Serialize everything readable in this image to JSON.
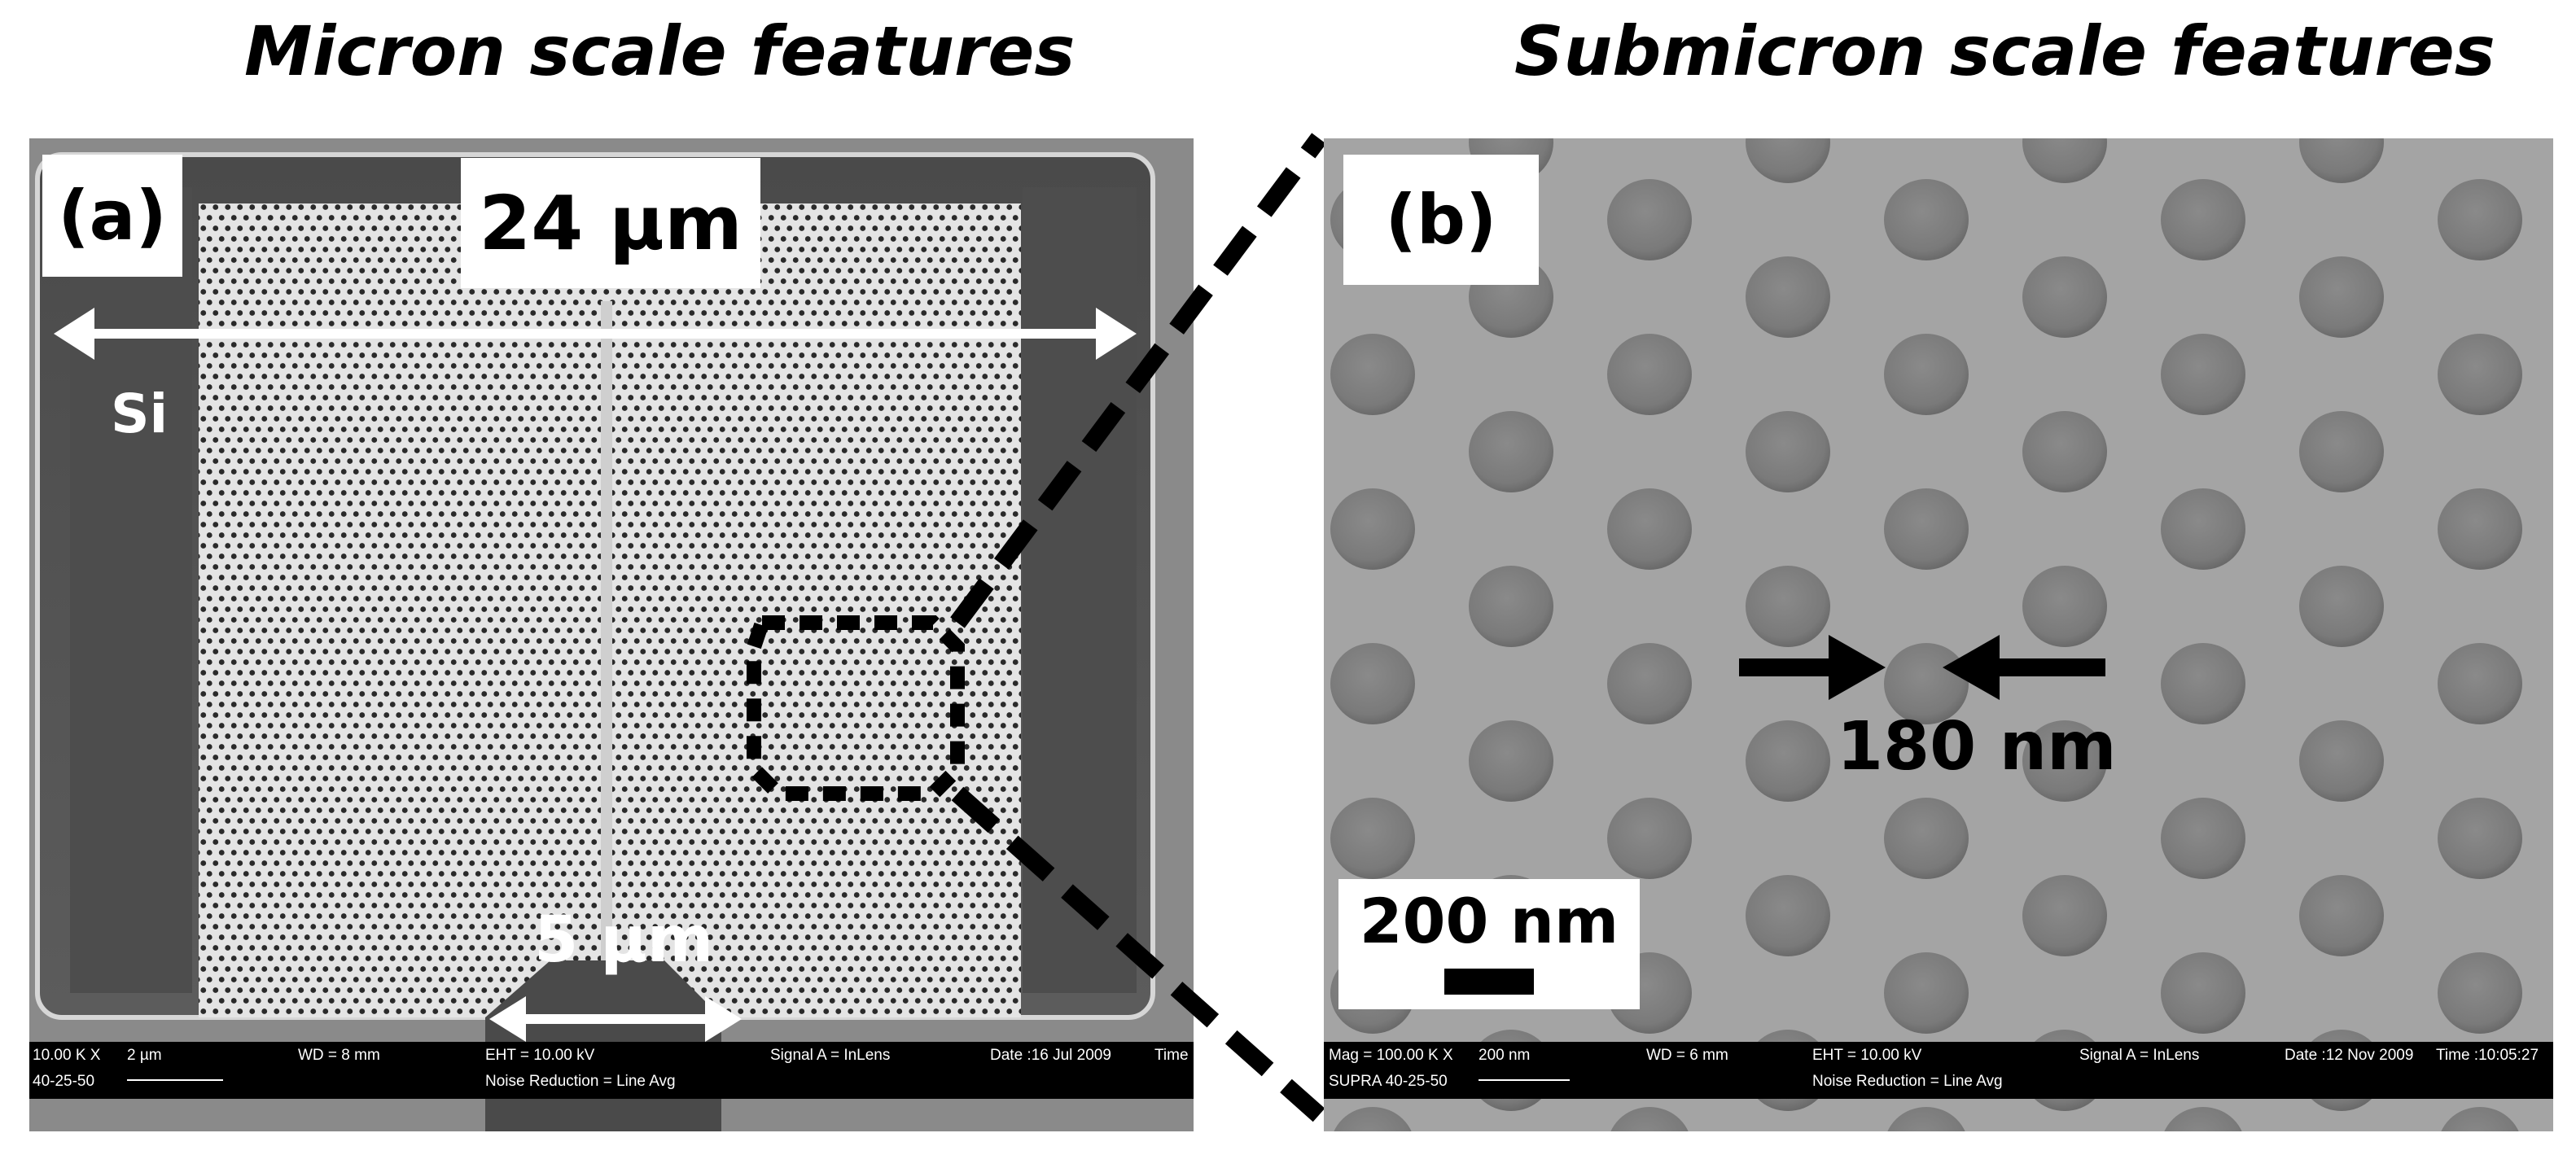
{
  "titles": {
    "left": "Micron scale features",
    "right": "Submicron scale features"
  },
  "panel_a": {
    "label": "(a)",
    "width_label": "24 µm",
    "material_label": "Si",
    "waveguide_label": "5 µm",
    "infobar": {
      "mag": "10.00 K X",
      "scale": "2 µm",
      "wd": "WD =    8 mm",
      "eht": "EHT = 10.00 kV",
      "signal": "Signal A = InLens",
      "date": "Date :16 Jul 2009",
      "time": "Time",
      "device": "40-25-50",
      "noise": "Noise Reduction = Line Avg"
    }
  },
  "panel_b": {
    "label": "(b)",
    "diameter_label": "180 nm",
    "scalebar_label": "200 nm",
    "infobar": {
      "mag": "Mag = 100.00 K X",
      "scale": "200 nm",
      "wd": "WD =    6 mm",
      "eht": "EHT = 10.00 kV",
      "signal": "Signal A = InLens",
      "date": "Date :12 Nov 2009",
      "time": "Time :10:05:27",
      "device": "SUPRA 40-25-50",
      "noise": "Noise Reduction = Line Avg"
    }
  }
}
